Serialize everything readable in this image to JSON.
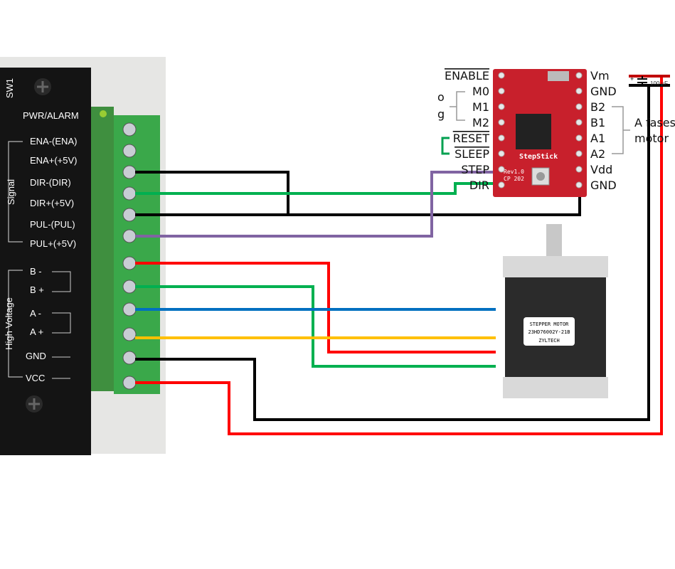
{
  "driver": {
    "switch_label": "SW1",
    "led_label": "PWR/ALARM",
    "signal_group": "Signal",
    "signal_pins": [
      "ENA-(ENA)",
      "ENA+(+5V)",
      "DIR-(DIR)",
      "DIR+(+5V)",
      "PUL-(PUL)",
      "PUL+(+5V)"
    ],
    "hv_group": "High Voltage",
    "hv_pins": [
      "B -",
      "B +",
      "A -",
      "A +",
      "GND",
      "VCC"
    ]
  },
  "stepstick": {
    "board_label": "StepStick",
    "rev_label": "Rev1.0",
    "cp_label": "CP 202",
    "left_pins": [
      "ENABLE",
      "M0",
      "M1",
      "M2",
      "RESET",
      "SLEEP",
      "STEP",
      "DIR"
    ],
    "right_pins": [
      "Vm",
      "GND",
      "B2",
      "B1",
      "A1",
      "A2",
      "Vdd",
      "GND"
    ],
    "mode_note": [
      "o",
      "g"
    ],
    "motor_note": [
      "A fases",
      "motor"
    ],
    "capacitor_label": "100 µF"
  },
  "motor": {
    "label_lines": [
      "STEPPER MOTOR",
      "23HD76002Y-21B",
      "ZYLTECH"
    ]
  },
  "colors": {
    "black": "#000000",
    "green": "#00b050",
    "purple": "#8064a2",
    "red": "#ff0000",
    "blue": "#0070c0",
    "yellow": "#ffc000"
  }
}
